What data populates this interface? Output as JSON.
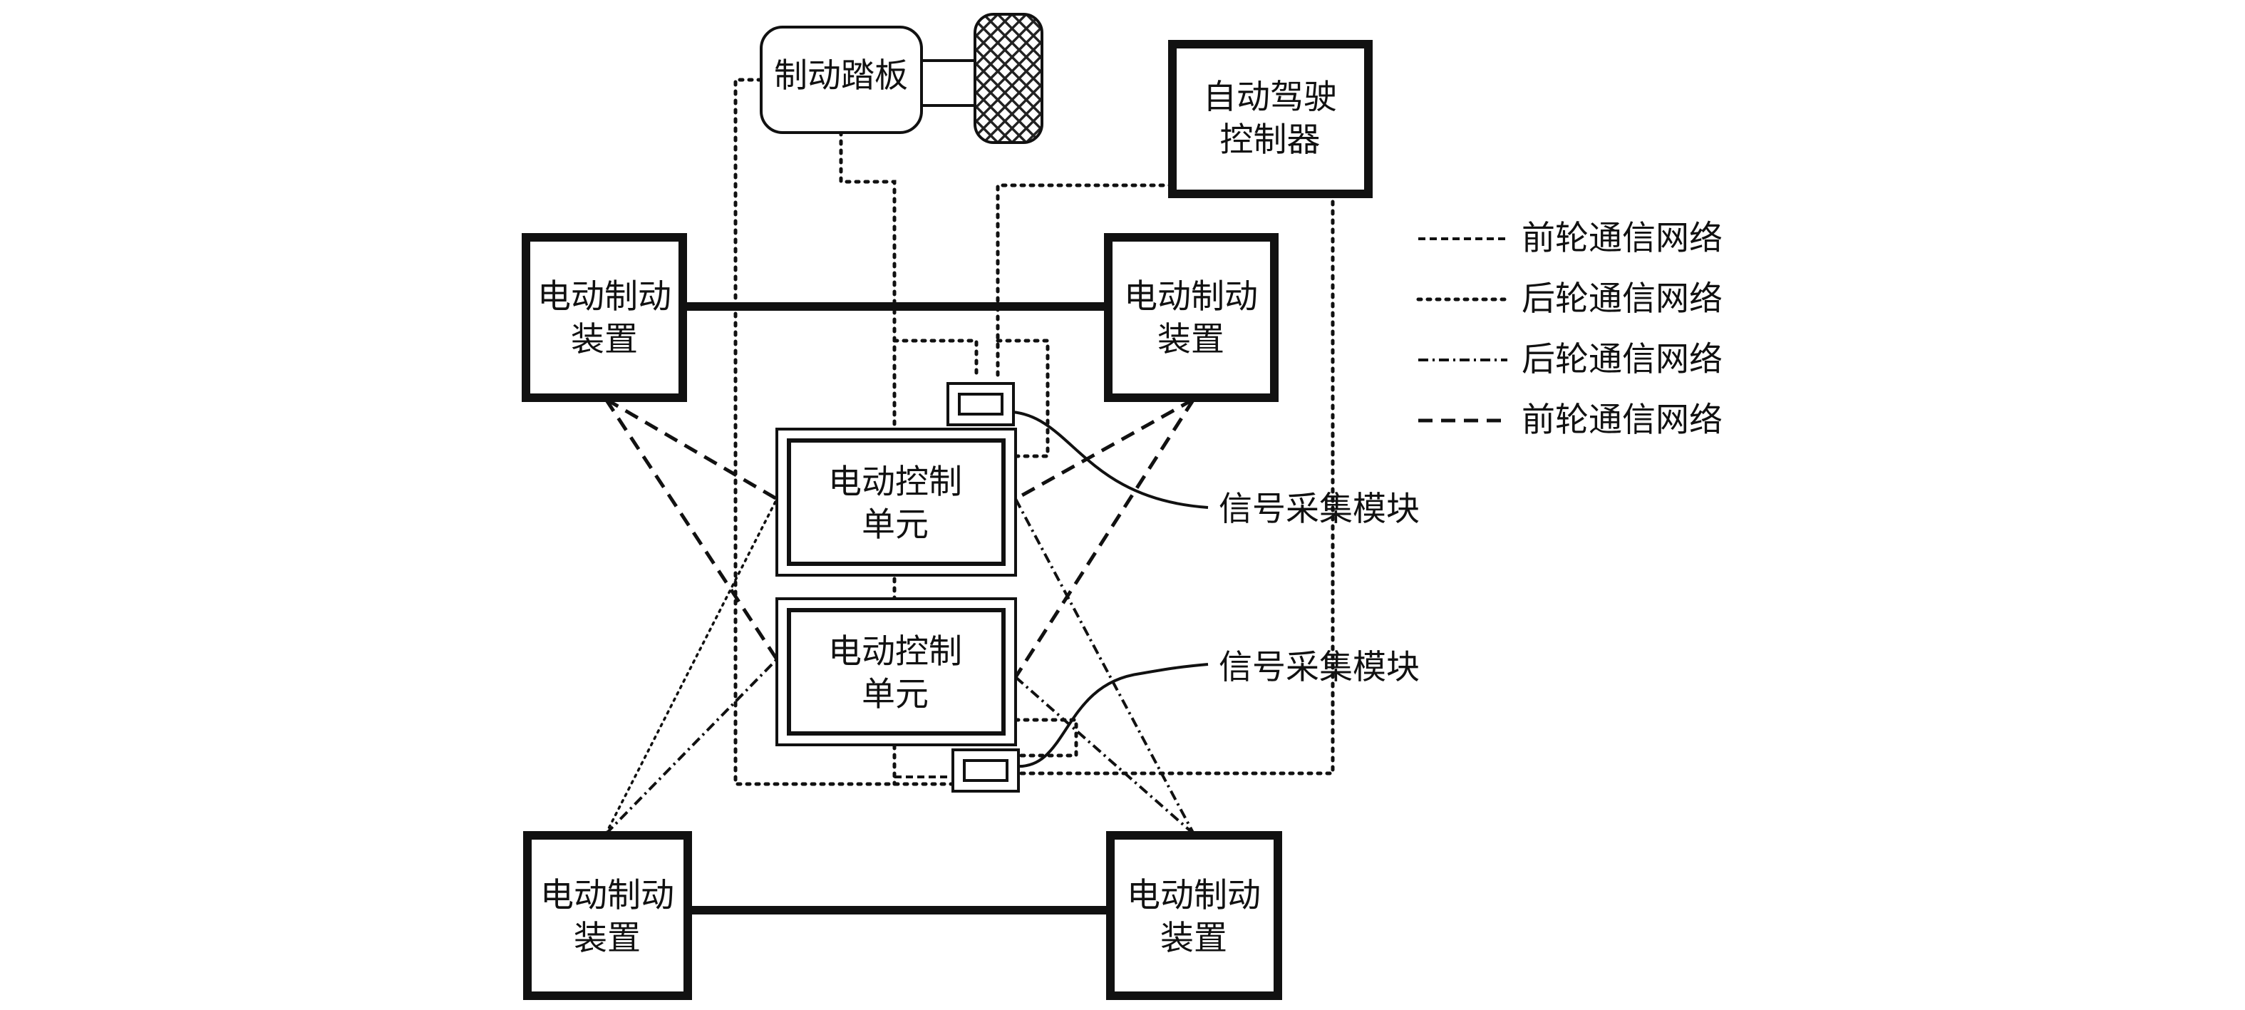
{
  "nodes": {
    "brake_pedal": "制动踏板",
    "adc_line1": "自动驾驶",
    "adc_line2": "控制器",
    "ebd_line1": "电动制动",
    "ebd_line2": "装置",
    "ecu_line1": "电动控制",
    "ecu_line2": "单元",
    "signal_module": "信号采集模块"
  },
  "legend": [
    {
      "label": "前轮通信网络",
      "style": "fine-dash"
    },
    {
      "label": "后轮通信网络",
      "style": "dotted"
    },
    {
      "label": "后轮通信网络",
      "style": "dash-dot"
    },
    {
      "label": "前轮通信网络",
      "style": "long-dash"
    }
  ]
}
